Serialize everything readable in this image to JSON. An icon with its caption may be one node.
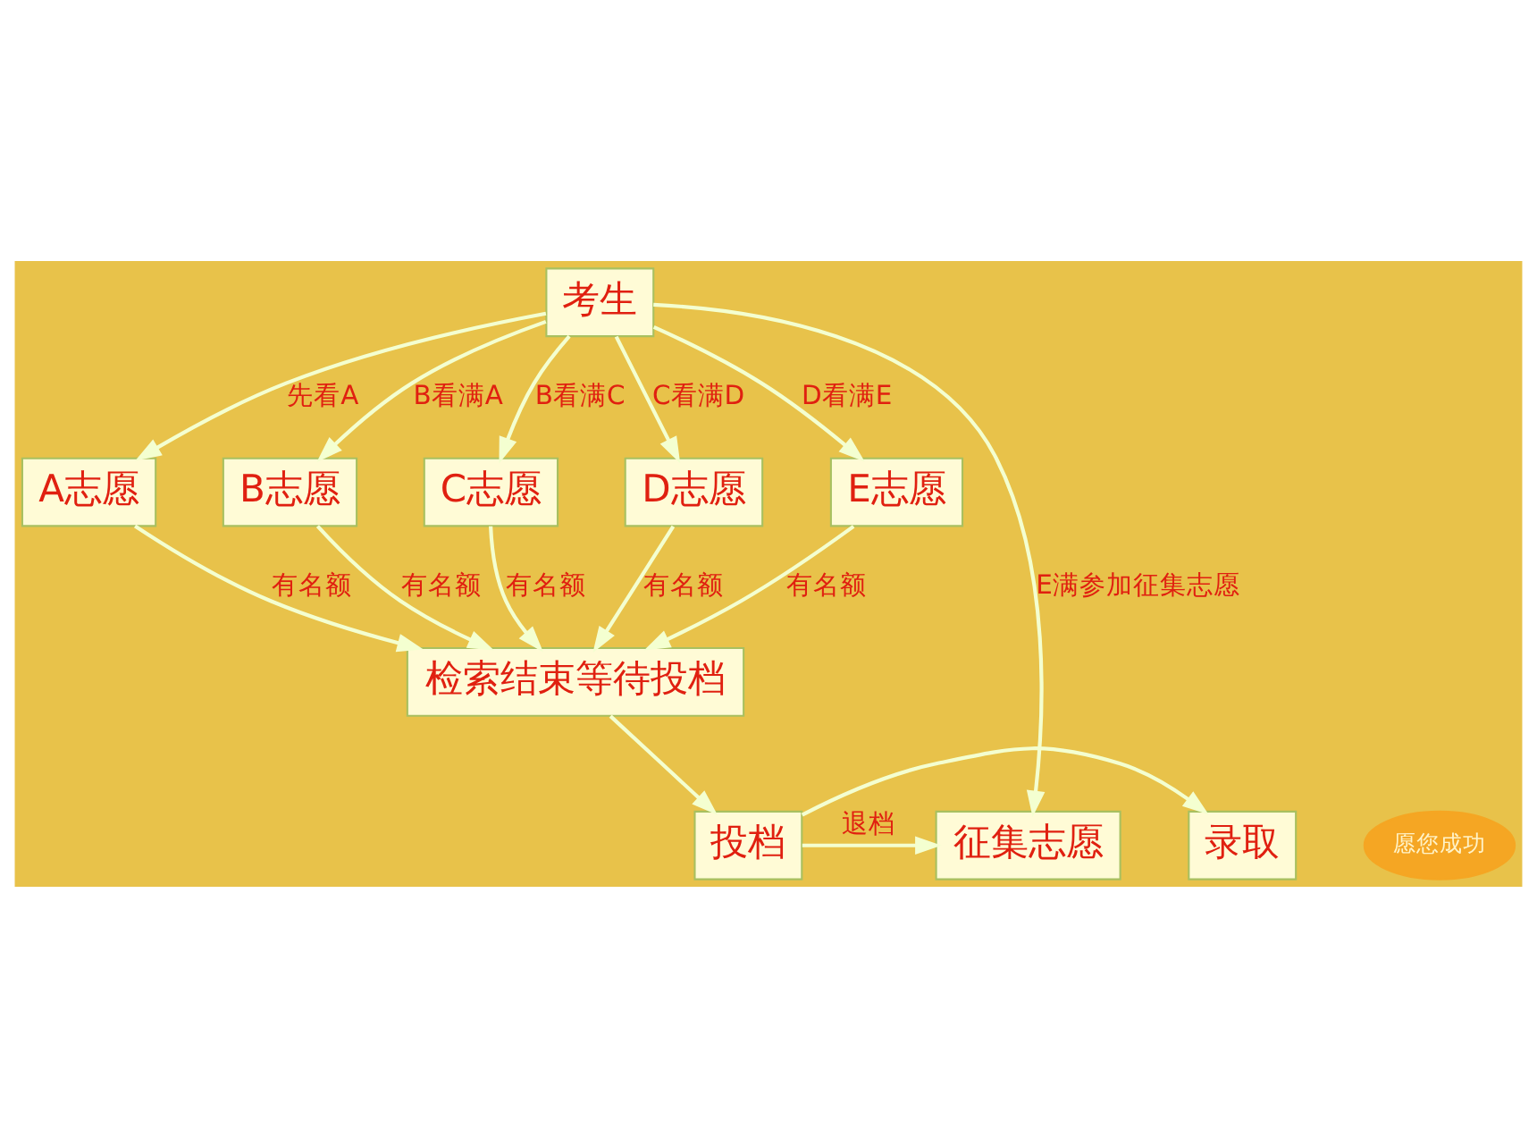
{
  "diagram": {
    "nodes": [
      {
        "text": [
          "考生"
        ]
      },
      {
        "text": [
          "A志愿"
        ]
      },
      {
        "text": [
          "B志愿"
        ]
      },
      {
        "text": [
          "C志愿"
        ]
      },
      {
        "text": [
          "D志愿"
        ]
      },
      {
        "text": [
          "E志愿"
        ]
      },
      {
        "text": [
          "检索结束等待投档"
        ]
      },
      {
        "text": [
          "录取"
        ]
      },
      {
        "text": [
          "投档"
        ]
      },
      {
        "text": [
          "征集志愿"
        ]
      },
      {
        "text": [
          "愿您成功"
        ]
      }
    ],
    "edges": [
      {
        "from": 0,
        "to": 1,
        "arrow": "to",
        "label": "先看A"
      },
      {
        "from": 0,
        "to": 2,
        "arrow": "to",
        "label": "B看满A"
      },
      {
        "from": 0,
        "to": 3,
        "arrow": "to",
        "label": "B看满C"
      },
      {
        "from": 0,
        "to": 4,
        "arrow": "to",
        "label": "C看满D"
      },
      {
        "from": 0,
        "to": 5,
        "arrow": "to",
        "label": "D看满E"
      },
      {
        "from": 0,
        "to": 9,
        "arrow": "to",
        "label": "E满参加征集志愿"
      },
      {
        "from": 1,
        "to": 6,
        "arrow": "to",
        "label": "有名额"
      },
      {
        "from": 2,
        "to": 6,
        "arrow": "to",
        "label": "有名额"
      },
      {
        "from": 3,
        "to": 6,
        "arrow": "to",
        "label": "有名额"
      },
      {
        "from": 4,
        "to": 6,
        "arrow": "to",
        "label": "有名额"
      },
      {
        "from": 5,
        "to": 6,
        "arrow": "to",
        "label": "有名额"
      },
      {
        "from": 6,
        "to": 8,
        "arrow": "to"
      },
      {
        "from": 8,
        "to": 7,
        "arrow": "to"
      },
      {
        "from": 8,
        "to": 9,
        "arrow": "to",
        "label": "退档"
      }
    ]
  }
}
